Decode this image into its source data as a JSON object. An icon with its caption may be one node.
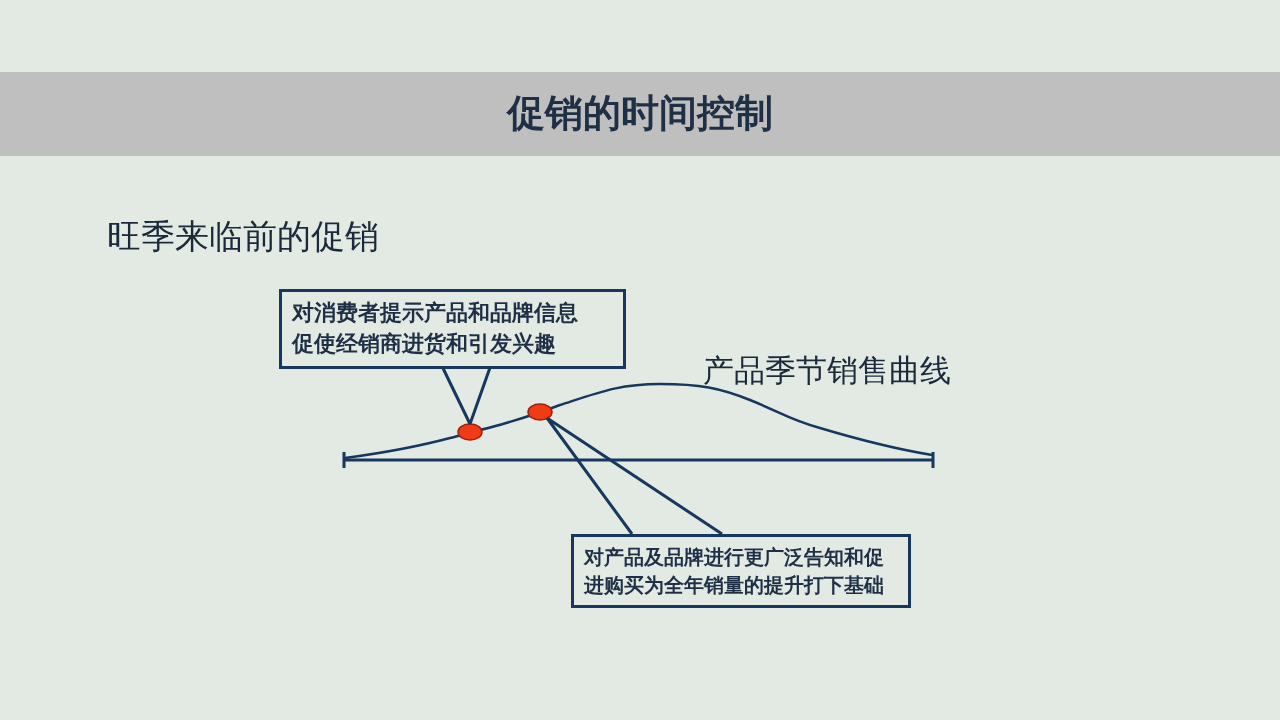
{
  "diagram": {
    "title": "促销的时间控制",
    "nodes": [
      {
        "text": [
          "对消费者提示产品和品牌信息促使经销商进货和引发兴趣"
        ]
      },
      {
        "text": [],
        "shape": "circle"
      },
      {
        "text": [],
        "shape": "circle"
      },
      {
        "text": [
          "对产品及品牌进行更广泛告知和促进购买为全年销量的提升打下基础"
        ]
      }
    ],
    "edges": [
      {
        "from": 0,
        "to": 1,
        "arrow": "none"
      },
      {
        "from": 3,
        "to": 2,
        "arrow": "none"
      }
    ],
    "labels": [
      "旺季来临前的促销",
      "产品季节销售曲线"
    ]
  }
}
